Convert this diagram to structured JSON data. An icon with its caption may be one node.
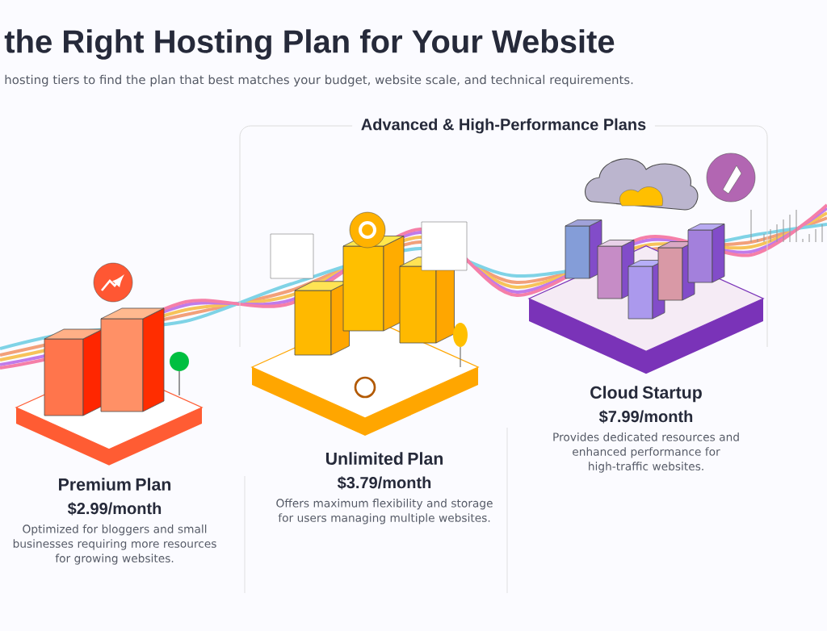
{
  "diagram": {
    "title": "the Right Hosting Plan for Your Website",
    "nodes": [
      {
        "text": [
          "Premium Plan",
          "$2.99/month",
          "Optimized for bloggers and small businesses requiring more resources for growing websites."
        ]
      },
      {
        "text": [
          "Advanced & High-Performance Plans"
        ]
      },
      {
        "text": [
          "Unlimited Plan",
          "$3.79/month",
          "Offers maximum flexibility and storage for users managing multiple websites."
        ]
      },
      {
        "text": [
          "Cloud Startup",
          "$7.99/month",
          "Provides dedicated resources and enhanced performance for high-traffic websites."
        ]
      }
    ],
    "labels": [
      "hosting tiers to find the plan that best matches your budget, website scale, and technical requirements."
    ]
  }
}
